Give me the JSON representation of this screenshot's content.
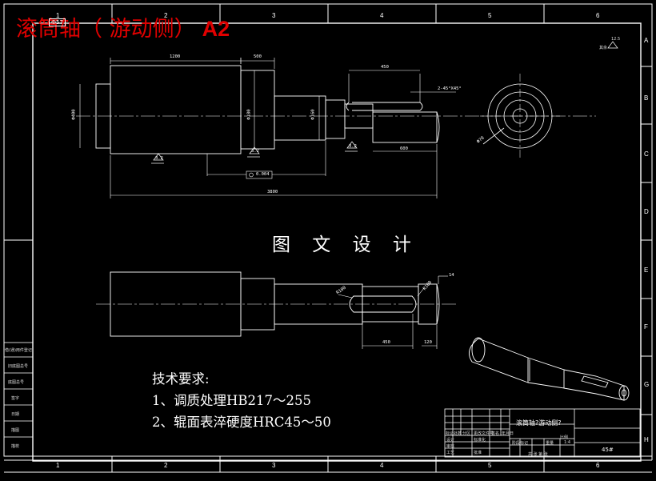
{
  "title": {
    "main": "滚筒轴（  游动侧）",
    "suffix": "A2"
  },
  "corner_stamp": "Ф57",
  "center_title": "图 文 设 计",
  "tech_requirements": {
    "heading": "技术要求:",
    "item1": "1、调质处理HB217～255",
    "item2": "2、辊面表淬硬度HRC45～50"
  },
  "roughness": {
    "corner_value": "12.5",
    "corner_label": "其余",
    "mark": "3.2"
  },
  "tolerances": {
    "runout": "0.004",
    "chamfer": "2-45°X45°",
    "keyway_width": "14",
    "key_dia": "Ф70"
  },
  "dimensions": {
    "body_length": "1200",
    "step_length": "500",
    "keyway_length": "450",
    "end_length": "600",
    "overall_length": "3800",
    "body_dia": "Ф400",
    "journal_dia_1": "Ф180",
    "journal_dia_2": "Ф160",
    "section_key_length": "450",
    "section_end_length": "120",
    "section_r1": "R100",
    "section_r2": "R100"
  },
  "zones": {
    "columns": [
      "1",
      "2",
      "3",
      "4",
      "5",
      "6"
    ],
    "rows": [
      "A",
      "B",
      "C",
      "D",
      "E",
      "F",
      "G",
      "H"
    ]
  },
  "side_panel": [
    "借(通)用件登记",
    "旧底图总号",
    "底图总号",
    "签字",
    "日期",
    "描图",
    "描校"
  ],
  "title_block": {
    "part_name": "滚筒轴?游动侧?",
    "material": "45#",
    "scale": "1:4",
    "design_label": "设计",
    "check_label": "审核",
    "std_label": "标准化",
    "process_label": "工艺",
    "approve_label": "批准",
    "mark_label": "标记",
    "count_label": "处数",
    "zone_label": "分区",
    "change_label": "更改文件号",
    "sign_label": "签名",
    "date_label": "年月日",
    "stage_label": "阶段标记",
    "weight_label": "重量",
    "ratio_label": "比例",
    "sheet_label": "共 张 第 张"
  }
}
